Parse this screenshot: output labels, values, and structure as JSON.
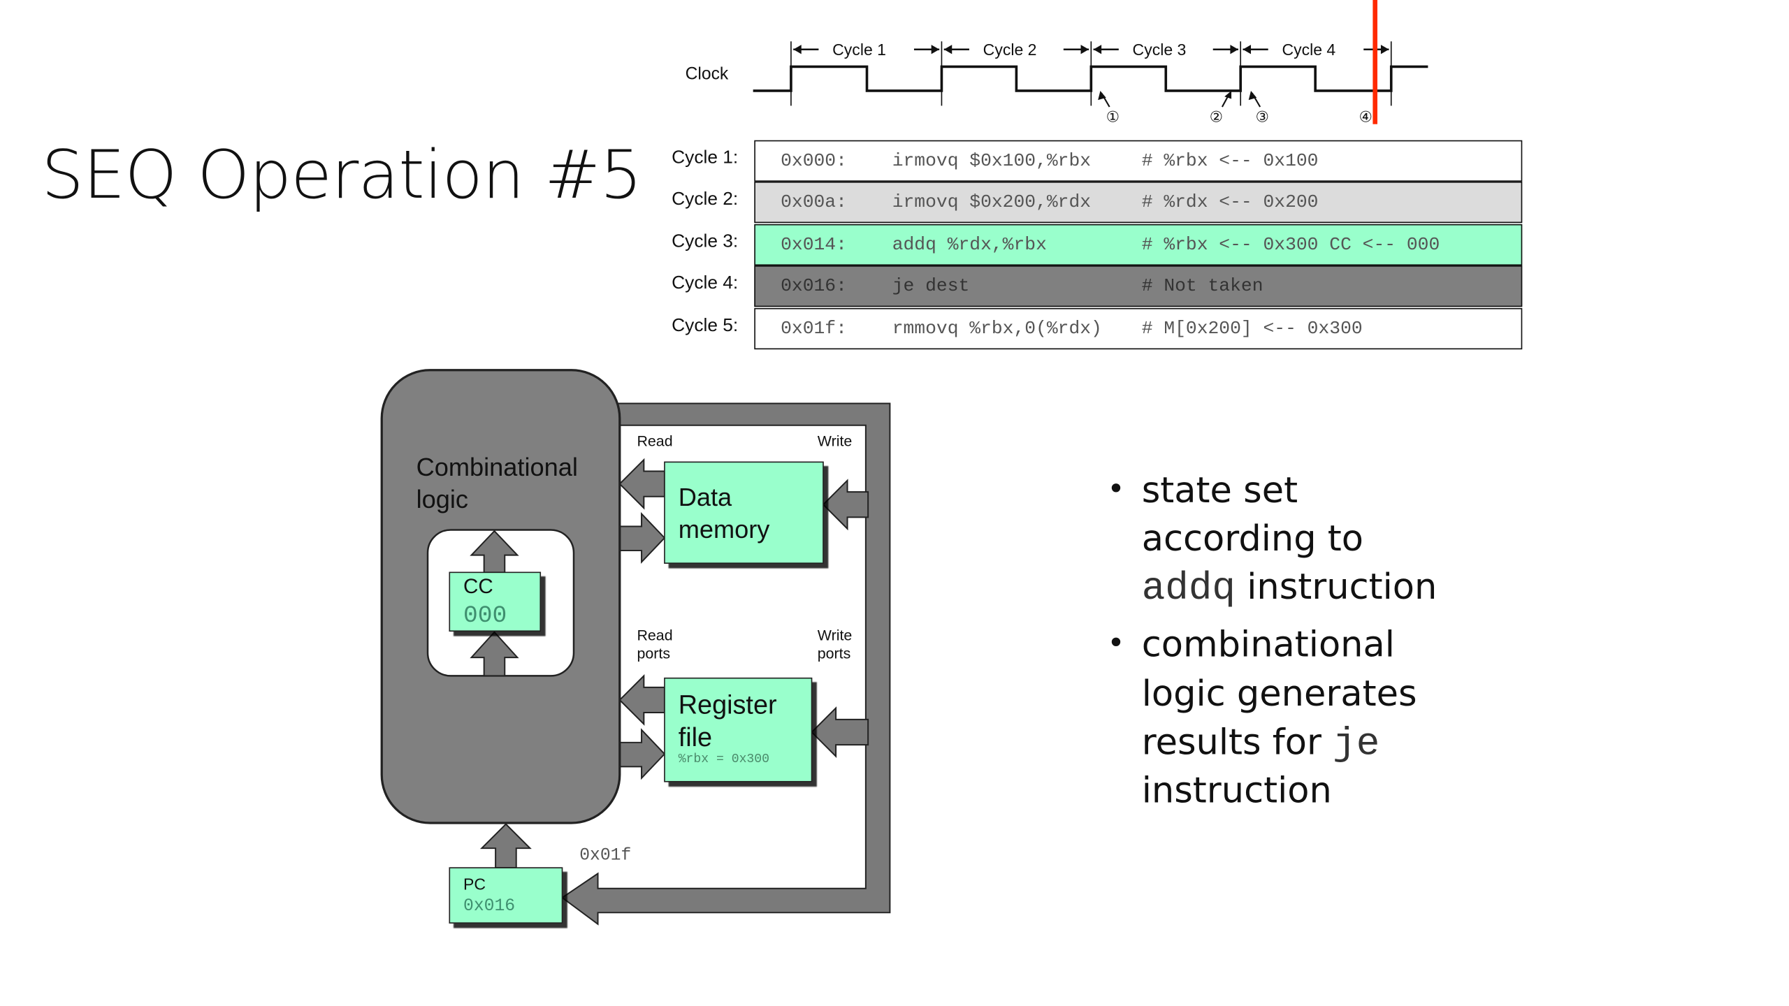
{
  "slide": {
    "title": "SEQ Operation #5"
  },
  "timing": {
    "clock_label": "Clock",
    "cycles": [
      "Cycle 1",
      "Cycle 2",
      "Cycle 3",
      "Cycle 4"
    ],
    "markers": [
      "①",
      "②",
      "③",
      "④"
    ],
    "cursor_color": "#ff2a00"
  },
  "program": {
    "rows": [
      {
        "label": "Cycle 1:",
        "addr": "0x000:",
        "instr": "irmovq $0x100,%rbx",
        "comment": "# %rbx <-- 0x100",
        "bg": "#ffffff"
      },
      {
        "label": "Cycle 2:",
        "addr": "0x00a:",
        "instr": "irmovq $0x200,%rdx",
        "comment": "# %rdx <-- 0x200",
        "bg": "#dcdcdc"
      },
      {
        "label": "Cycle 3:",
        "addr": "0x014:",
        "instr": "addq %rdx,%rbx",
        "comment": "# %rbx <-- 0x300 CC <-- 000",
        "bg": "#99ffcc"
      },
      {
        "label": "Cycle 4:",
        "addr": "0x016:",
        "instr": "je dest",
        "comment": "# Not taken",
        "bg": "#808080"
      },
      {
        "label": "Cycle 5:",
        "addr": "0x01f:",
        "instr": "rmmovq %rbx,0(%rdx)",
        "comment": "# M[0x200] <-- 0x300",
        "bg": "#ffffff"
      }
    ]
  },
  "diagram": {
    "comb_logic": [
      "Combinational",
      "logic"
    ],
    "cc": {
      "label": "CC",
      "value": "000"
    },
    "data_memory": [
      "Data",
      "memory"
    ],
    "register_file": [
      "Register",
      "file"
    ],
    "register_value": "%rbx = 0x300",
    "read": "Read",
    "write": "Write",
    "read_ports": [
      "Read",
      "ports"
    ],
    "write_ports": [
      "Write",
      "ports"
    ],
    "pc": {
      "label": "PC",
      "value": "0x016"
    },
    "next_pc": "0x01f",
    "state_color": "#99ffcc",
    "logic_color": "#808080"
  },
  "bullets": [
    {
      "lines": [
        [
          "state set"
        ],
        [
          "according to"
        ],
        [
          "",
          "addq",
          " instruction"
        ]
      ]
    },
    {
      "lines": [
        [
          "combinational"
        ],
        [
          "logic generates"
        ],
        [
          "results for ",
          "je"
        ],
        [
          "instruction"
        ]
      ]
    }
  ]
}
